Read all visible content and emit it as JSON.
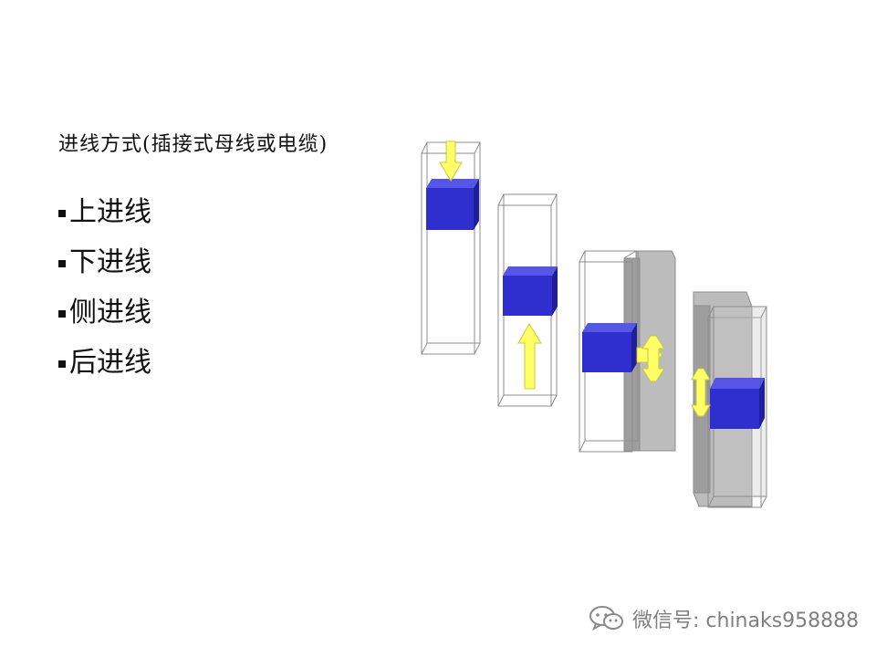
{
  "title": "进线方式(插接式母线或电缆)",
  "bullets": [
    {
      "label": "上进线"
    },
    {
      "label": "下进线"
    },
    {
      "label": "侧进线"
    },
    {
      "label": "后进线"
    }
  ],
  "colors": {
    "text": "#111111",
    "bullet": "#111111",
    "box_front": "#2f2fd0",
    "box_top": "#5656e6",
    "box_side": "#1f1f9a",
    "arrow": "#ffff66",
    "arrow_stroke": "#c8c840",
    "wall_front": "#9e9e9e",
    "wall_side": "#bcbcbc",
    "cabinet_line": "#8c8c8c",
    "watermark": "#7f7f7f"
  },
  "watermark": {
    "icon": "wechat-icon",
    "text": "微信号: chinaks958888"
  }
}
